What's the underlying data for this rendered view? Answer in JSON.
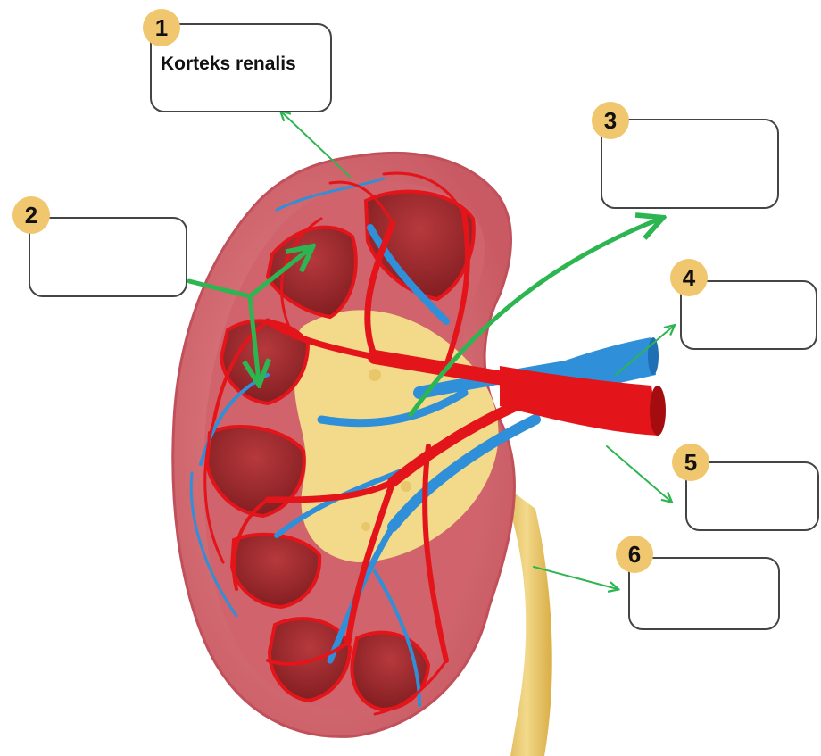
{
  "labels": [
    {
      "number": "1",
      "text": "Korteks renalis"
    },
    {
      "number": "2",
      "text": ""
    },
    {
      "number": "3",
      "text": ""
    },
    {
      "number": "4",
      "text": ""
    },
    {
      "number": "5",
      "text": ""
    },
    {
      "number": "6",
      "text": ""
    }
  ],
  "colors": {
    "badge": "#f0c66e",
    "cortex": "#d9737a",
    "medulla": "#9e2a2d",
    "artery": "#e3151b",
    "vein": "#2f8fd8",
    "pelvis": "#f3d98a",
    "ureter": "#e9c65f",
    "pointer_arrow": "#2db552"
  },
  "icons": [
    "kidney-cross-section-illustration",
    "pointer-arrow"
  ]
}
